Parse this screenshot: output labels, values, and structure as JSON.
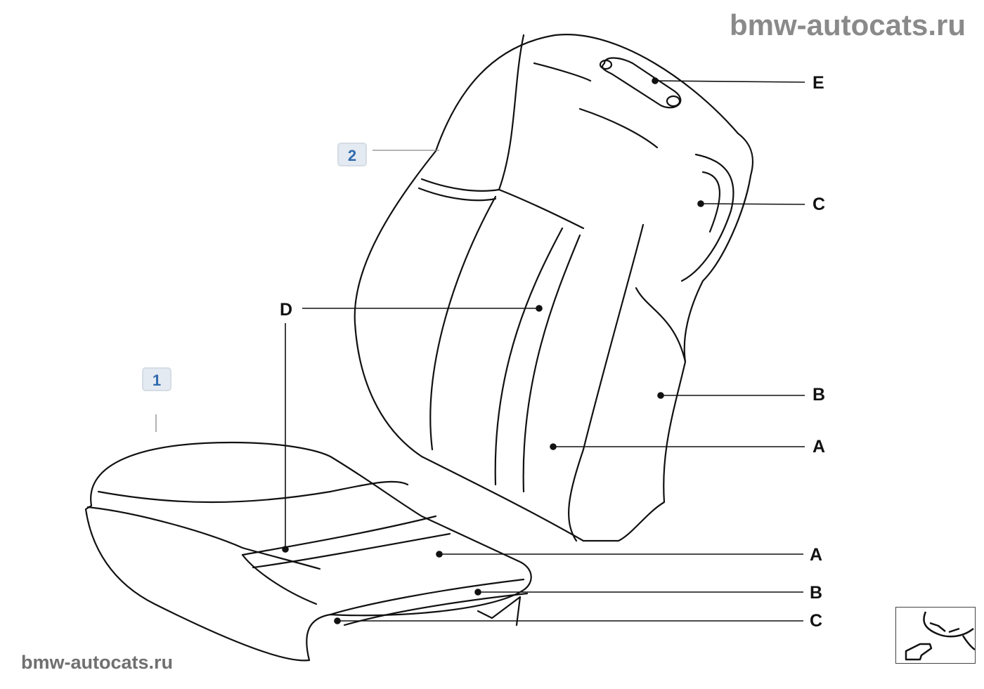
{
  "watermark": {
    "top": "bmw-autocats.ru",
    "bottom": "bmw-autocats.ru"
  },
  "parts": [
    {
      "id": "1",
      "label": "1"
    },
    {
      "id": "2",
      "label": "2"
    }
  ],
  "callouts": {
    "backrest": [
      "E",
      "C",
      "B",
      "A"
    ],
    "center": "D",
    "cushion": [
      "A",
      "B",
      "C"
    ]
  },
  "nav": {
    "icon": "previous-diagram-arrow-icon"
  }
}
